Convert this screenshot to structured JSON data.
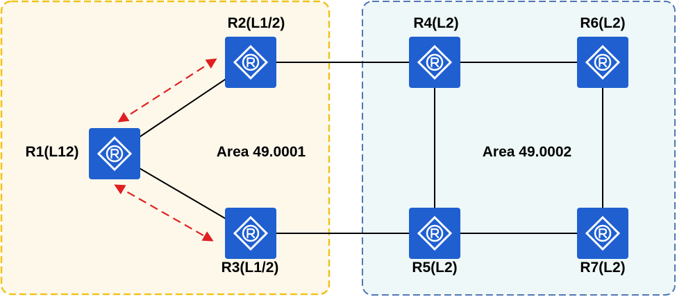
{
  "colors": {
    "area1_border": "#f0c21b",
    "area1_fill": "#fdf8ea",
    "area2_border": "#4f76b6",
    "area2_fill": "#eef8f8",
    "router_fill": "#1f5fd0",
    "router_symbol": "#ffffff",
    "link": "#000000",
    "hello_arrow": "#e02020"
  },
  "areas": [
    {
      "id": "area1",
      "label": "Area 49.0001"
    },
    {
      "id": "area2",
      "label": "Area 49.0002"
    }
  ],
  "routers": [
    {
      "id": "R1",
      "label": "R1(L12)",
      "icon": "router-icon"
    },
    {
      "id": "R2",
      "label": "R2(L1/2)",
      "icon": "router-icon"
    },
    {
      "id": "R3",
      "label": "R3(L1/2)",
      "icon": "router-icon"
    },
    {
      "id": "R4",
      "label": "R4(L2)",
      "icon": "router-icon"
    },
    {
      "id": "R5",
      "label": "R5(L2)",
      "icon": "router-icon"
    },
    {
      "id": "R6",
      "label": "R6(L2)",
      "icon": "router-icon"
    },
    {
      "id": "R7",
      "label": "R7(L2)",
      "icon": "router-icon"
    }
  ],
  "links": [
    [
      "R1",
      "R2"
    ],
    [
      "R1",
      "R3"
    ],
    [
      "R2",
      "R4"
    ],
    [
      "R3",
      "R5"
    ],
    [
      "R4",
      "R6"
    ],
    [
      "R4",
      "R5"
    ],
    [
      "R5",
      "R7"
    ],
    [
      "R6",
      "R7"
    ]
  ],
  "hello_exchanges": [
    {
      "between": [
        "R1",
        "R2"
      ],
      "style": "dashed",
      "direction": "both"
    },
    {
      "between": [
        "R1",
        "R3"
      ],
      "style": "dashed",
      "direction": "both"
    }
  ]
}
